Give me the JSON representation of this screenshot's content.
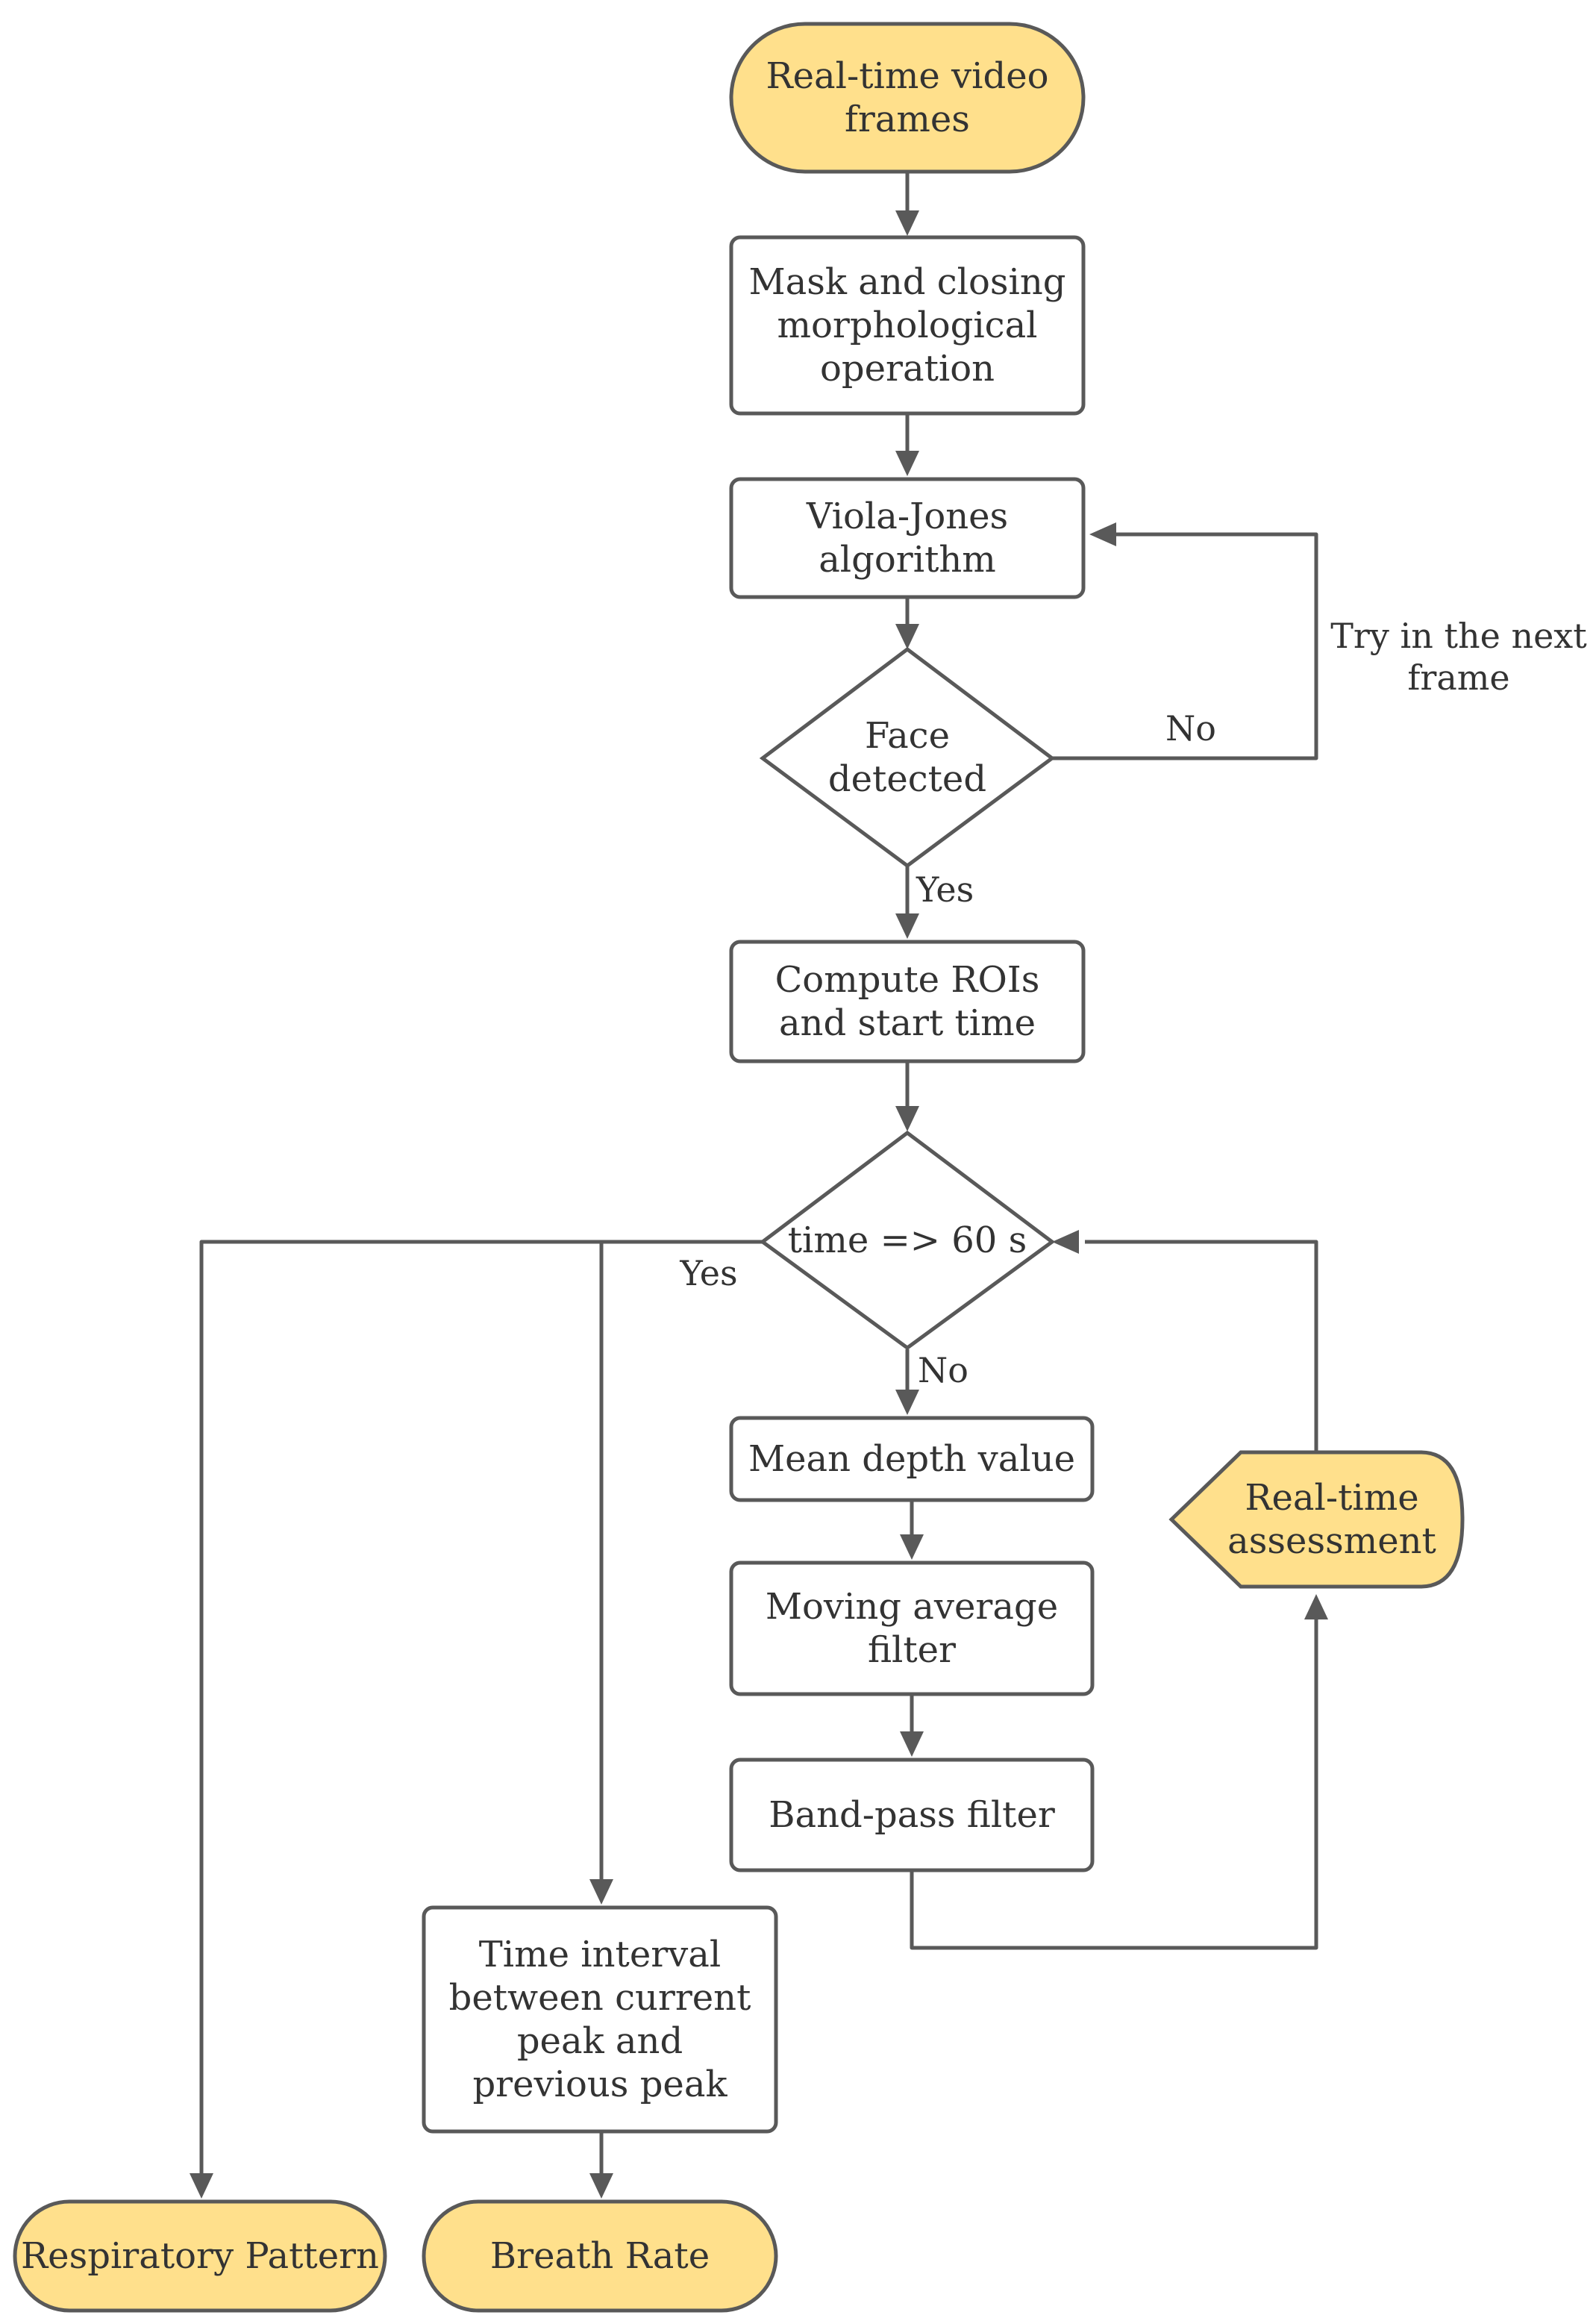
{
  "colors": {
    "terminal_fill": "#ffe08c",
    "process_fill": "#ffffff",
    "stroke": "#595959",
    "text": "#333333"
  },
  "nodes": {
    "start": "Real-time video\nframes",
    "mask": "Mask and closing\nmorphological\noperation",
    "viola": "Viola-Jones\nalgorithm",
    "face": "Face\ndetected",
    "roi": "Compute ROIs\nand start time",
    "time": "time => 60 s",
    "mean": "Mean depth value",
    "moving": "Moving average\nfilter",
    "bandpass": "Band-pass filter",
    "realtime": "Real-time\nassessment",
    "interval": "Time interval\nbetween current\npeak and\nprevious peak",
    "pattern": "Respiratory Pattern",
    "rate": "Breath Rate"
  },
  "edge_labels": {
    "face_no": "No",
    "try_next": "Try in the next\nframe",
    "face_yes": "Yes",
    "time_yes": "Yes",
    "time_no": "No"
  }
}
